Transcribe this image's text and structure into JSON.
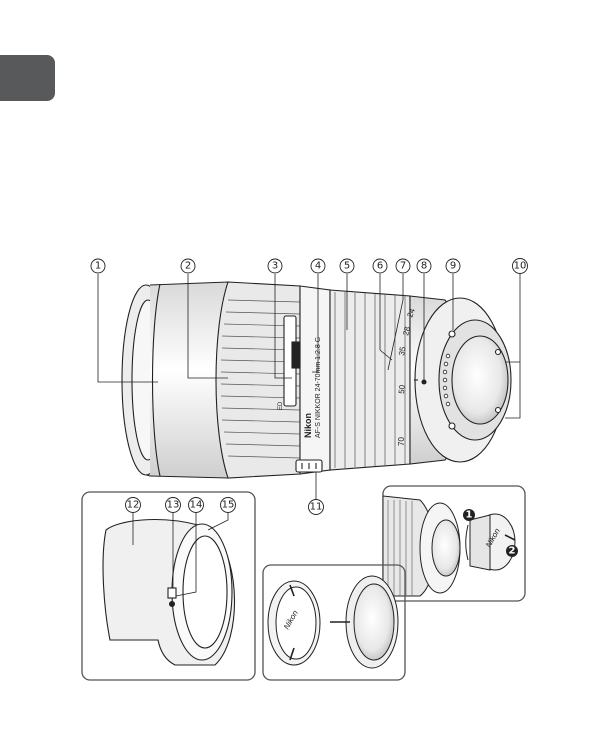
{
  "callouts": [
    "1",
    "2",
    "3",
    "4",
    "5",
    "6",
    "7",
    "8",
    "9",
    "10",
    "11",
    "12",
    "13",
    "14",
    "15"
  ],
  "lens_barrel_text": {
    "brand": "Nikon",
    "name": "AF-S NIKKOR 24-70mm 1:2.8 G",
    "ed_badge": "ED",
    "focal_marks": [
      "35",
      "50",
      "70"
    ],
    "focal_marks_top": [
      "24",
      "28"
    ]
  },
  "cap_panel": {
    "brand": "Nikon",
    "step1": "1",
    "step2": "2"
  },
  "front_cap_panel": {
    "brand": "Nikon"
  },
  "colors": {
    "tab": "#58595b",
    "line": "#222222",
    "panel_border": "#555555"
  }
}
